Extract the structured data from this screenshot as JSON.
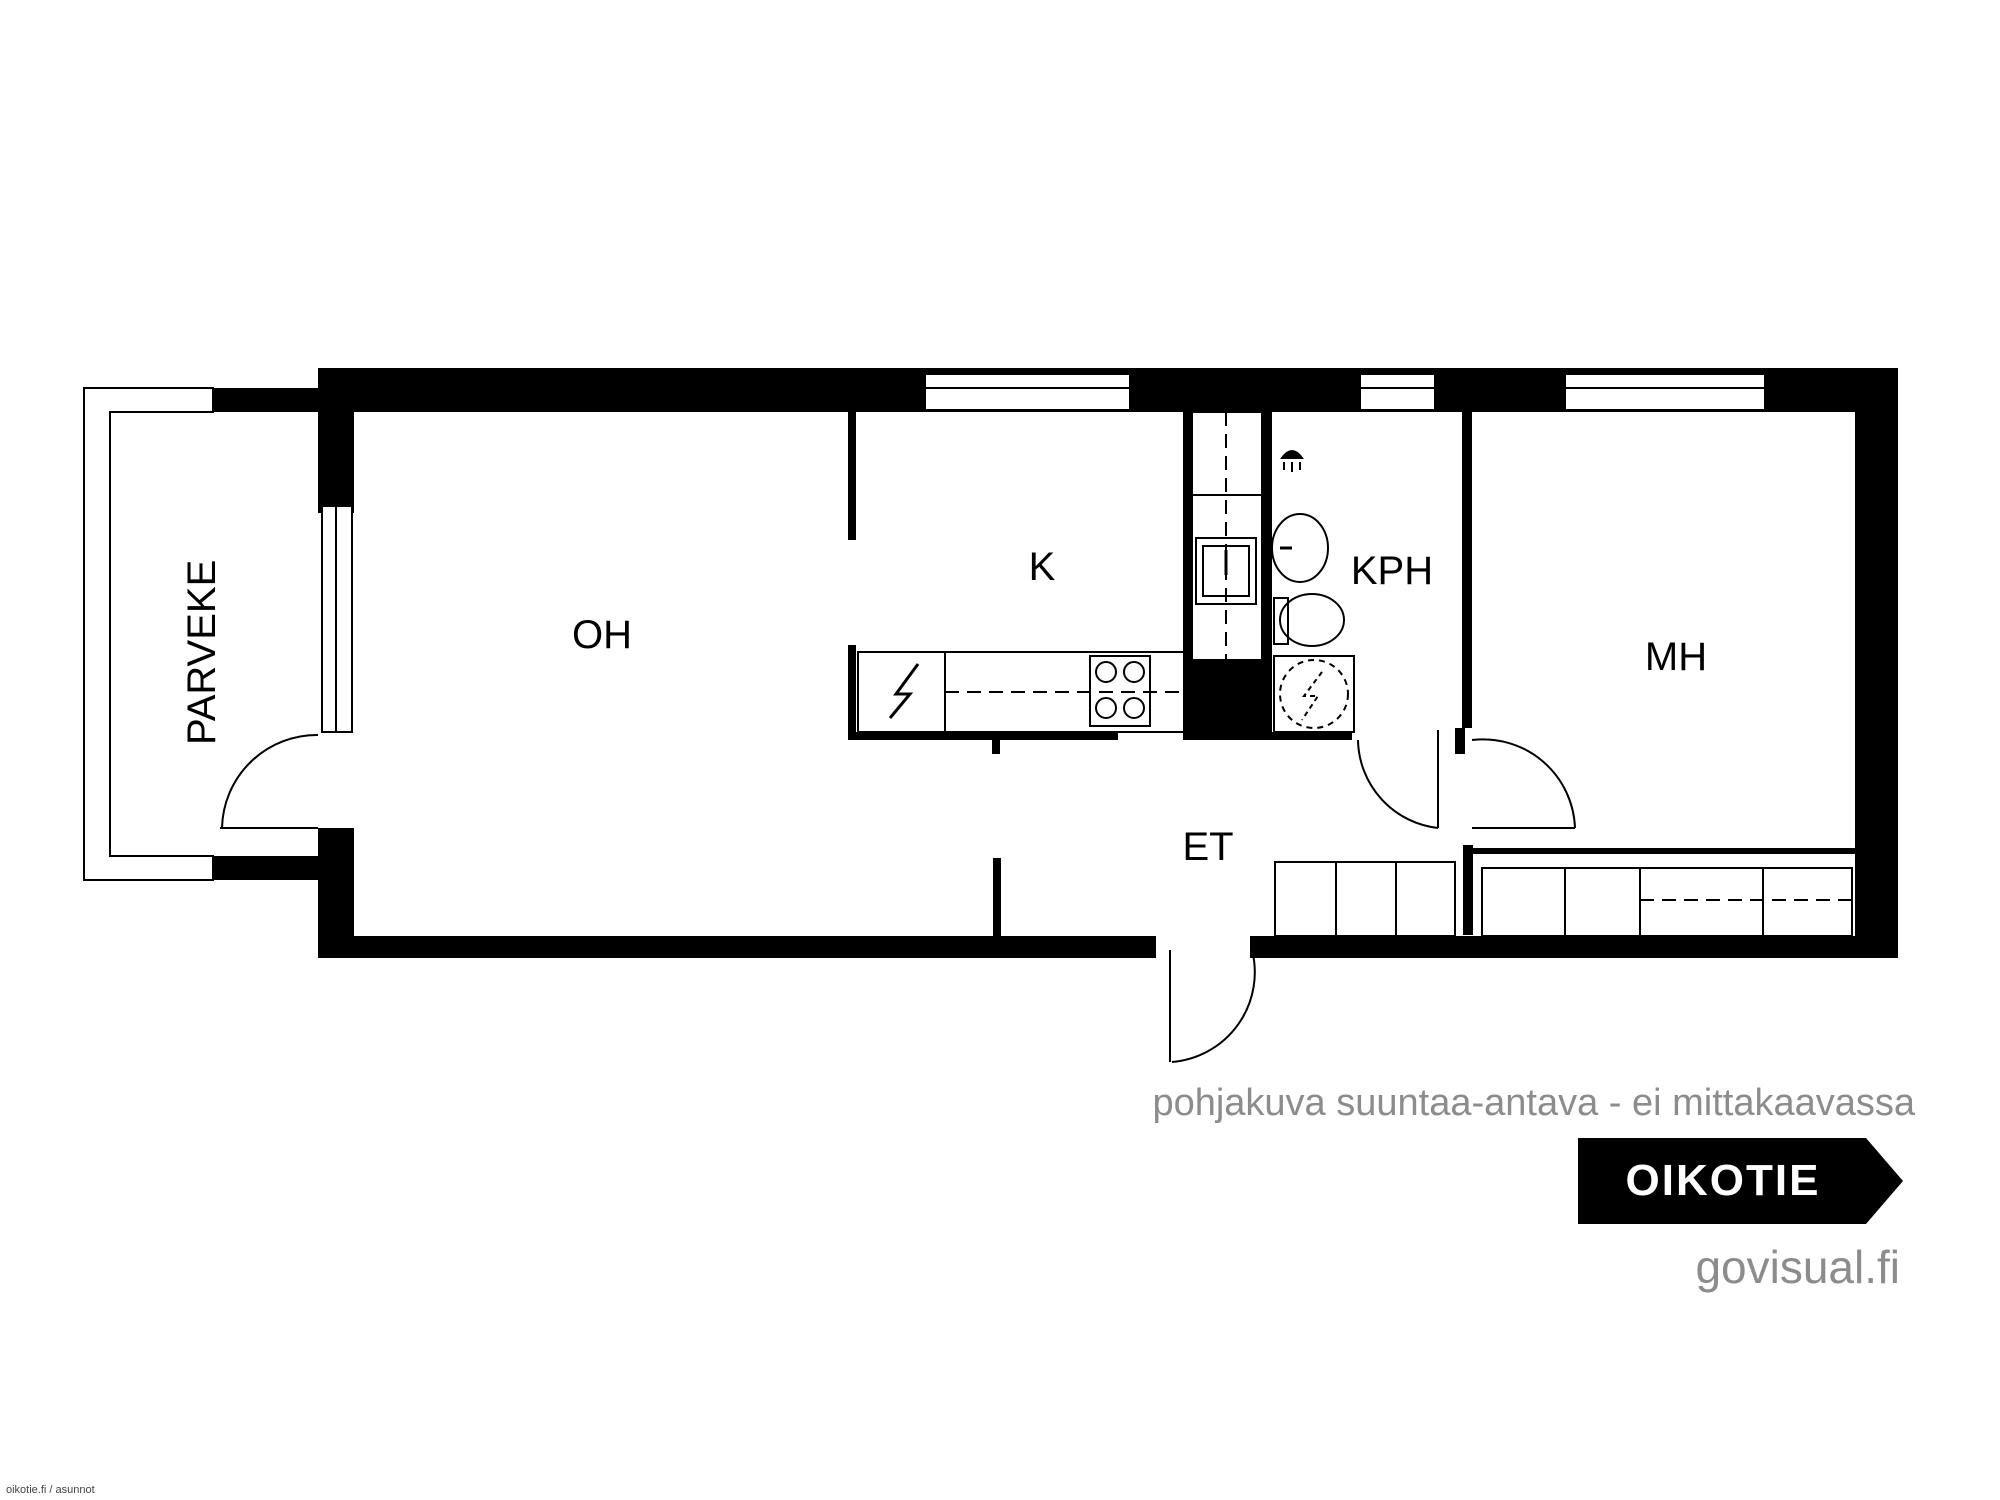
{
  "rooms": {
    "balcony": "PARVEKE",
    "living_room": "OH",
    "kitchen": "K",
    "bathroom": "KPH",
    "bedroom": "MH",
    "entrance": "ET"
  },
  "disclaimer": "pohjakuva suuntaa-antava - ei mittakaavassa",
  "brand": {
    "logo_text": "OIKOTIE",
    "website": "govisual.fi",
    "source": "oikotie.fi / asunnot"
  },
  "colors": {
    "wall": "#000000",
    "background": "#ffffff",
    "caption_gray": "#8c8c8c"
  }
}
